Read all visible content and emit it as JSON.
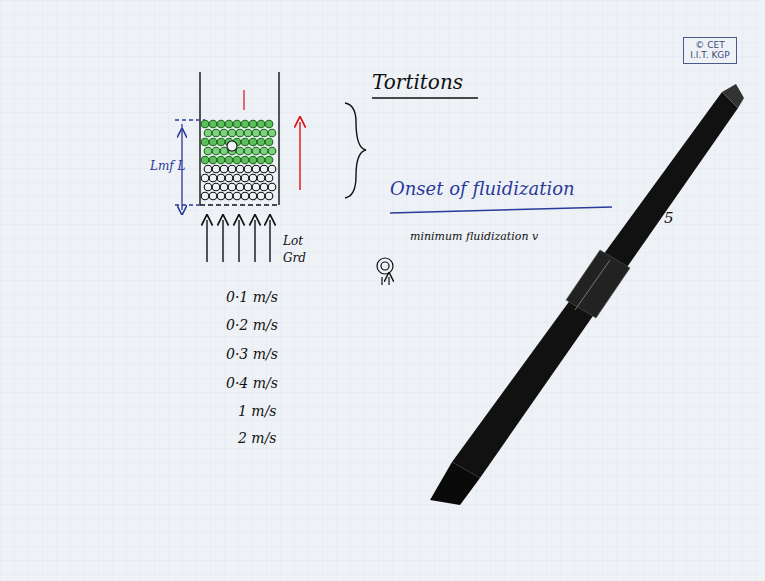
{
  "diagram": {
    "nodes": [
      {
        "text": [
          "© CET I.I.T. KGP"
        ]
      }
    ],
    "labels": [
      "Tortitons",
      "Onset of fluidization",
      "minimum fluidization v",
      "5",
      "Lmf L",
      "Lot",
      "Grd",
      "0·1 m/s",
      "0·2 m/s",
      "0·3 m/s",
      "0·4 m/s",
      "1 m/s",
      "2 m/s"
    ]
  }
}
